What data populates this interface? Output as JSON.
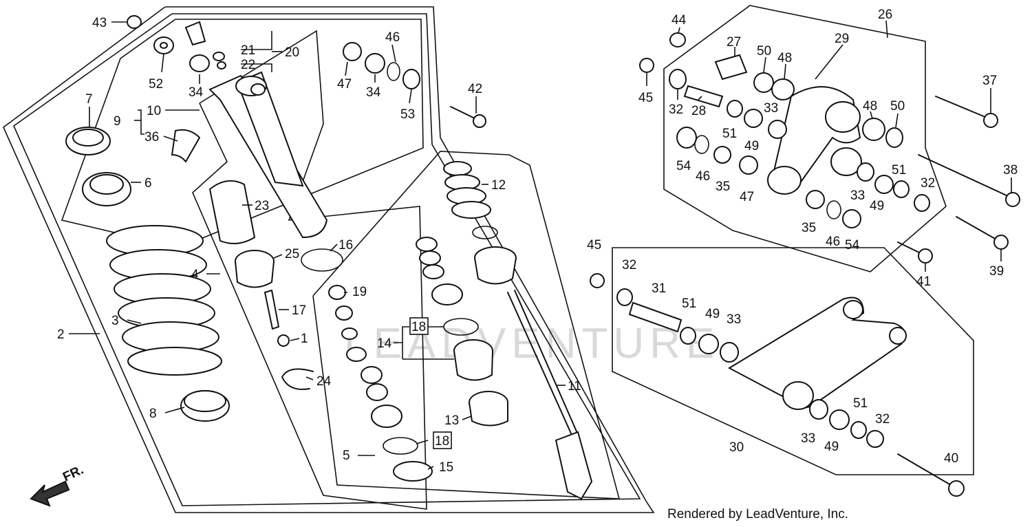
{
  "credit": "Rendered by LeadVenture, Inc.",
  "watermark": "LEADVENTURE",
  "direction_label": "FR.",
  "callouts": {
    "c1": "1",
    "c2": "2",
    "c3": "3",
    "c4": "4",
    "c5": "5",
    "c6": "6",
    "c7": "7",
    "c8": "8",
    "c9": "9",
    "c10": "10",
    "c11": "11",
    "c12": "12",
    "c13": "13",
    "c14": "14",
    "c15": "15",
    "c16": "16",
    "c17": "17",
    "c18a": "18",
    "c18b": "18",
    "c19": "19",
    "c20": "20",
    "c21": "21",
    "c22": "22",
    "c23": "23",
    "c24": "24",
    "c25": "25",
    "c26": "26",
    "c27": "27",
    "c28": "28",
    "c29": "29",
    "c30": "30",
    "c31": "31",
    "c32a": "32",
    "c32b": "32",
    "c32c": "32",
    "c32d": "32",
    "c33a": "33",
    "c33b": "33",
    "c33c": "33",
    "c33d": "33",
    "c34a": "34",
    "c34b": "34",
    "c35a": "35",
    "c35b": "35",
    "c36": "36",
    "c37": "37",
    "c38": "38",
    "c39": "39",
    "c40": "40",
    "c41": "41",
    "c42": "42",
    "c43": "43",
    "c44": "44",
    "c45a": "45",
    "c45b": "45",
    "c46a": "46",
    "c46b": "46",
    "c46c": "46",
    "c47a": "47",
    "c47b": "47",
    "c48a": "48",
    "c48b": "48",
    "c49a": "49",
    "c49b": "49",
    "c49c": "49",
    "c49d": "49",
    "c50a": "50",
    "c50b": "50",
    "c51a": "51",
    "c51b": "51",
    "c51c": "51",
    "c51d": "51",
    "c52": "52",
    "c53": "53",
    "c54a": "54",
    "c54b": "54"
  }
}
